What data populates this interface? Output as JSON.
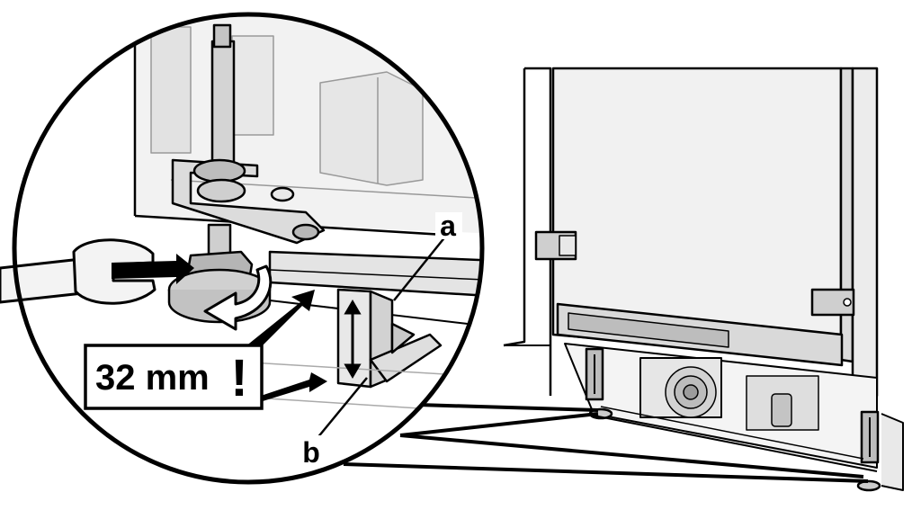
{
  "labels": {
    "a": "a",
    "b": "b"
  },
  "warning": {
    "text": "32 mm",
    "mark": "!"
  },
  "icons": [
    "wrench-icon",
    "rotation-arrow-icon",
    "double-arrow-icon",
    "warning-exclamation-icon"
  ]
}
